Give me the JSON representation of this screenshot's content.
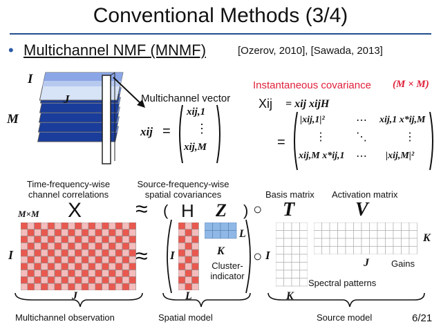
{
  "slide": {
    "title": "Conventional Methods (3/4)",
    "bullet_marker": "•",
    "bullet_main": "Multichannel NMF (MNMF)",
    "bullet_refs": "[Ozerov, 2010], [Sawada, 2013]",
    "page_number": "6/21"
  },
  "top_left": {
    "sym_I": "I",
    "sym_J": "J",
    "sym_M": "M",
    "multichannel_vector_label": "Multichannel vector",
    "xij": "xij",
    "equals": "=",
    "vec_top": "xij,1",
    "vec_dots": "⋮",
    "vec_bottom": "xij,M"
  },
  "top_right": {
    "inst_cov_label": "Instantaneous covariance",
    "inst_cov_dim": "(M × M)",
    "X_ij": "Xij",
    "eq_def": "= xij xijH",
    "equals": "=",
    "row1_a": "|xij,1|²",
    "row1_b": "⋯",
    "row1_c": "xij,1 x*ij,M",
    "row2_a": "⋮",
    "row2_b": "⋱",
    "row2_c": "⋮",
    "row3_a": "xij,M x*ij,1",
    "row3_b": "⋯",
    "row3_c": "|xij,M|²"
  },
  "model": {
    "tf_label_1": "Time-frequency-wise",
    "tf_label_2": "channel correlations",
    "sf_label_1": "Source-frequency-wise",
    "sf_label_2": "spatial covariances",
    "basis_label": "Basis matrix",
    "activation_label": "Activation matrix",
    "MxM": "M×M",
    "X": "X",
    "approx": "≈",
    "H": "H",
    "Z": "Z",
    "circ": "○",
    "T": "T",
    "V": "V",
    "I": "I",
    "J": "J",
    "L": "L",
    "K": "K",
    "cluster_1": "Cluster-",
    "cluster_2": "indicator",
    "gains": "Gains",
    "spectral_patterns": "Spectral patterns",
    "obs_caption": "Multichannel observation",
    "spatial_caption": "Spatial model",
    "source_caption": "Source model"
  },
  "colors": {
    "accent_blue": "#1f4e8c",
    "checker_red": "#e9584f",
    "checker_pink": "#f4bcbc",
    "cluster_blue": "#8fb8e6",
    "grid_gray": "#a9a9a9",
    "text_red": "#e0203a"
  }
}
